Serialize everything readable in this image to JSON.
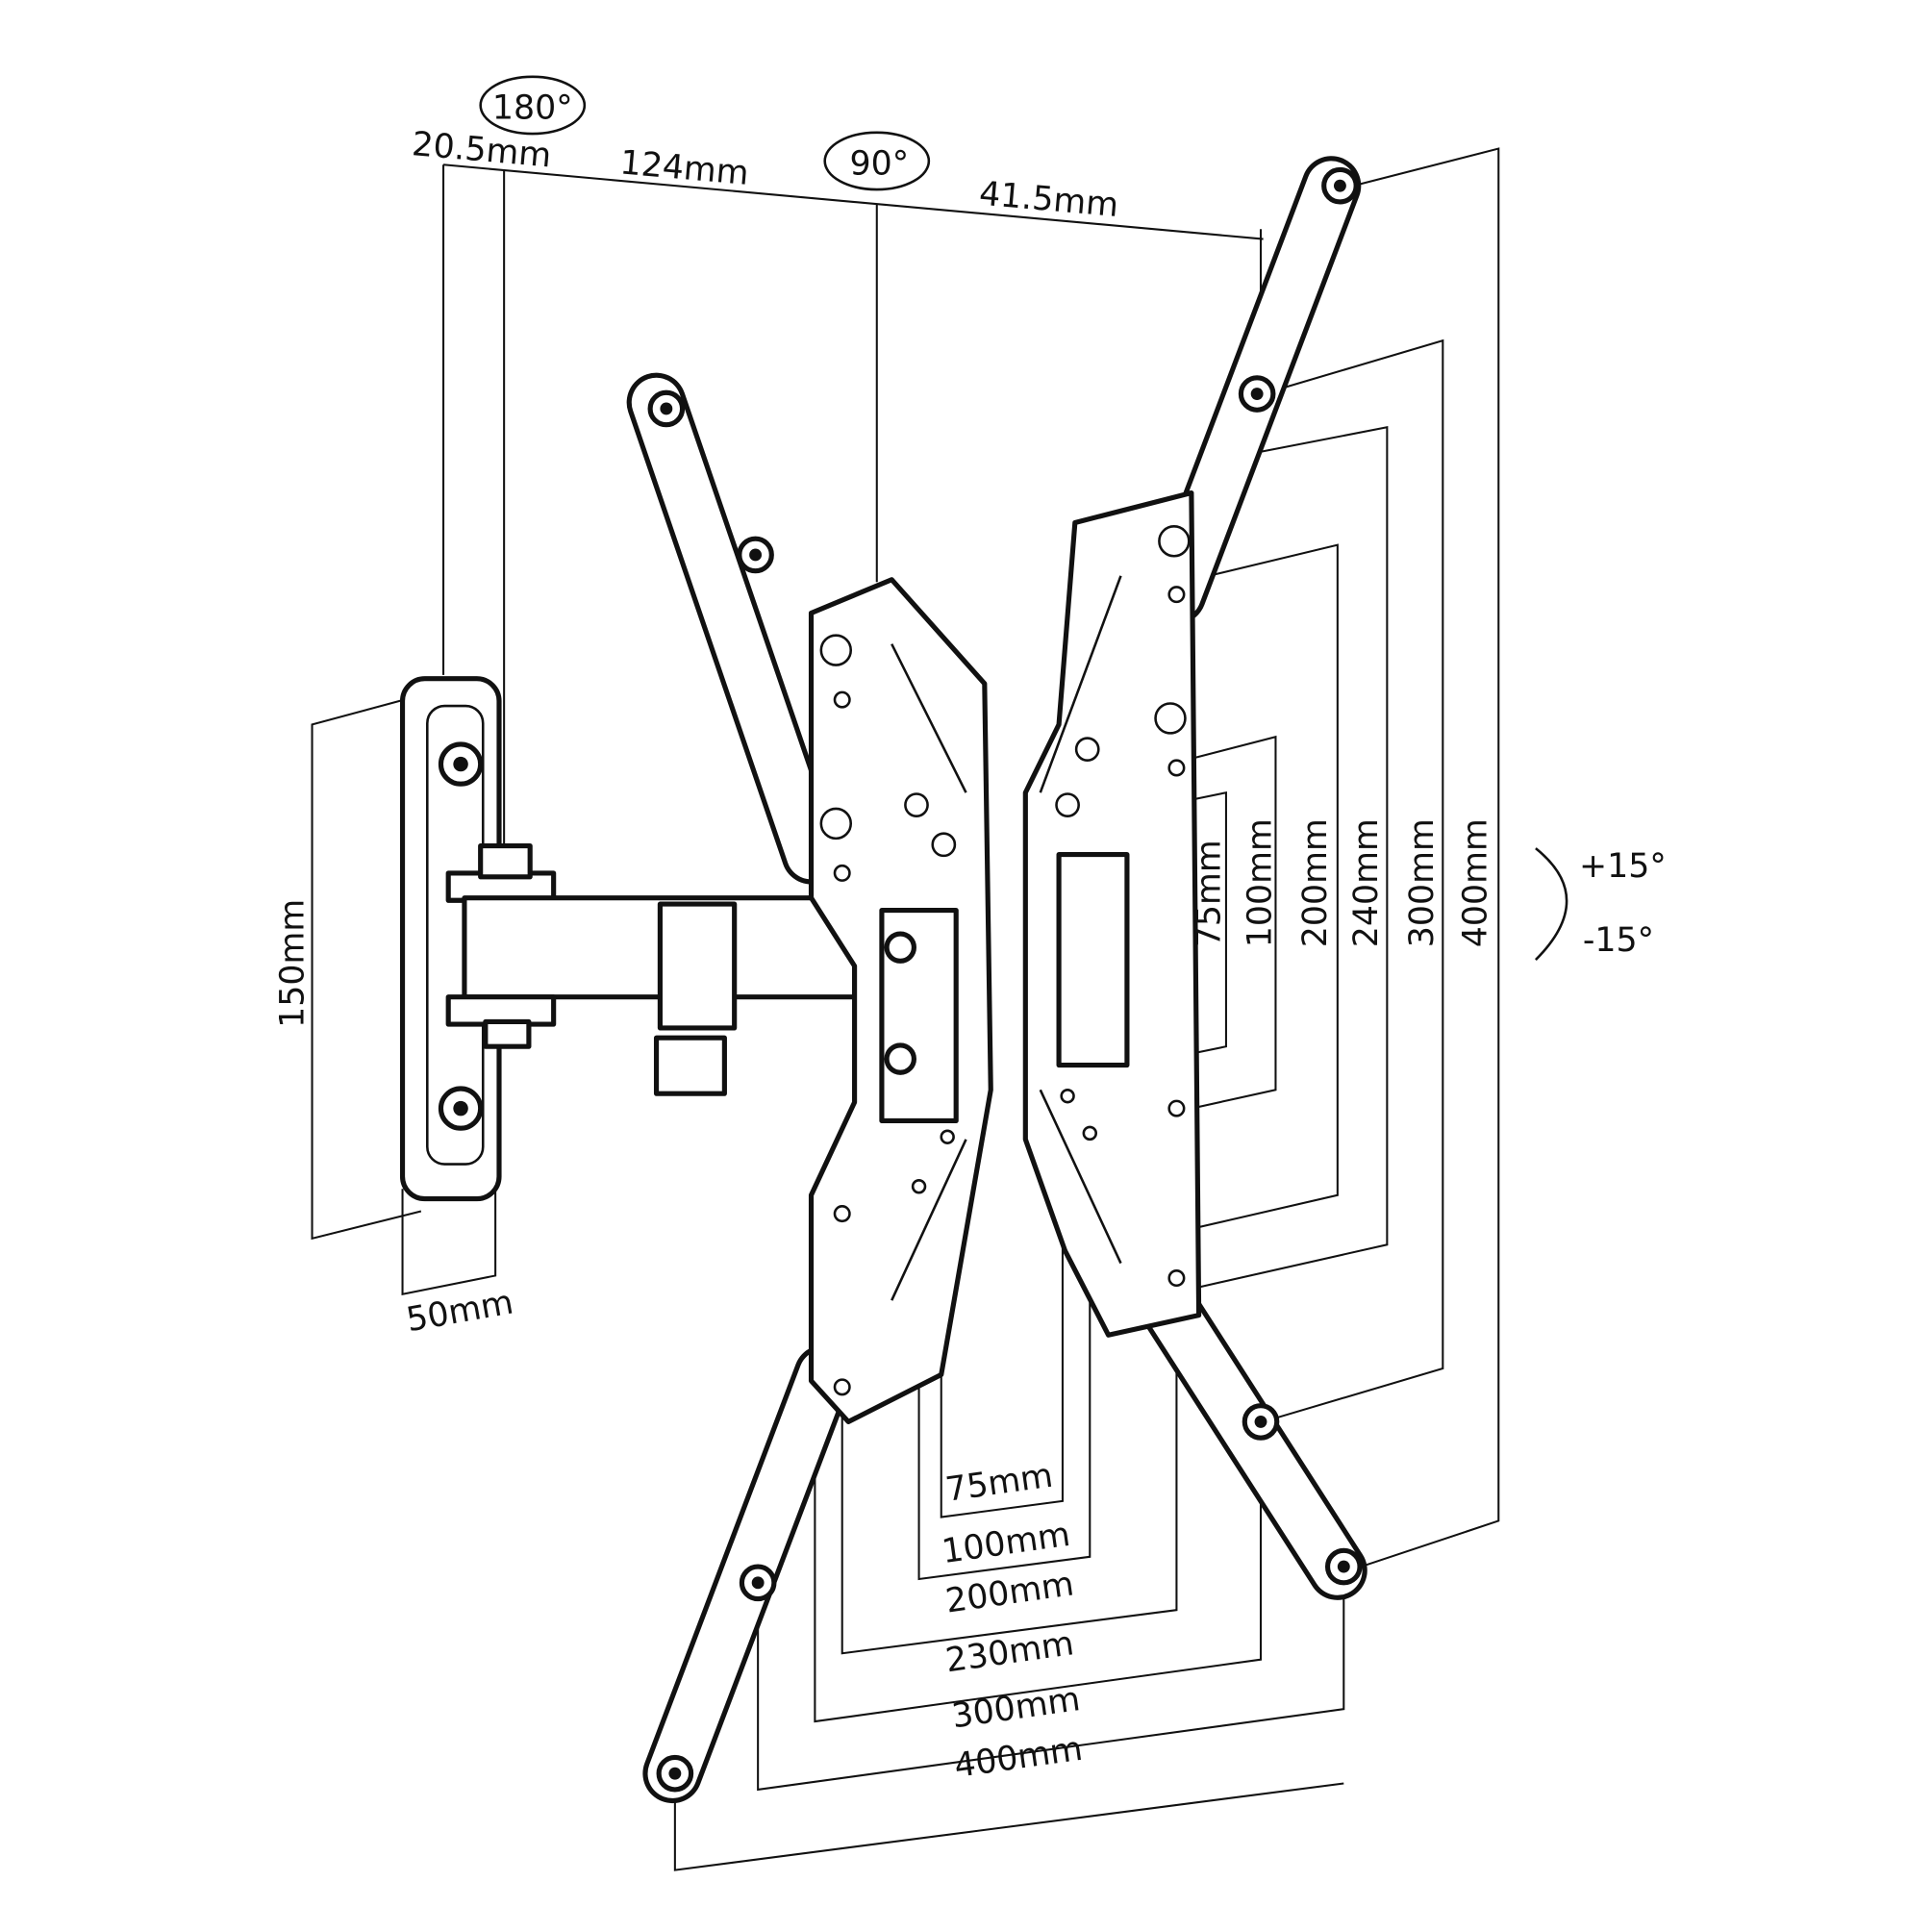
{
  "rotation": {
    "swivel_180": "180°",
    "swivel_90": "90°",
    "tilt_up": "+15°",
    "tilt_down": "-15°"
  },
  "arm_dimensions": {
    "offset_a": "20.5mm",
    "arm_length": "124mm",
    "offset_b": "41.5mm"
  },
  "wall_plate": {
    "height": "150mm",
    "width": "50mm"
  },
  "vesa_vertical": [
    "75mm",
    "100mm",
    "200mm",
    "240mm",
    "300mm",
    "400mm"
  ],
  "vesa_horizontal": [
    "75mm",
    "100mm",
    "200mm",
    "230mm",
    "300mm",
    "400mm"
  ]
}
